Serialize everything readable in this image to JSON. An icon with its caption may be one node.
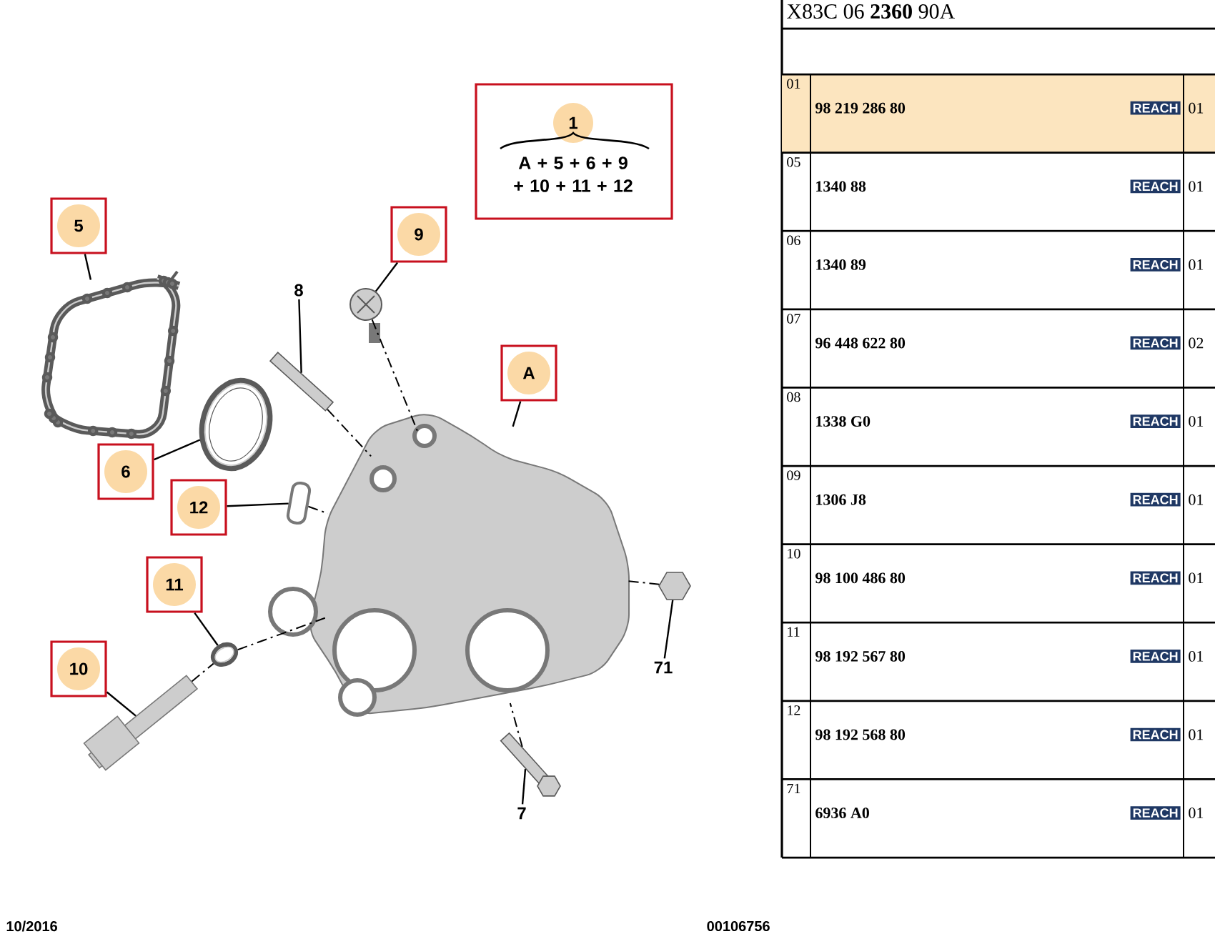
{
  "diagram": {
    "nodes": [
      {
        "text": [
          "1",
          "A + 5 + 6 + 9 + 10 + 11 + 12"
        ]
      },
      {
        "text": [
          "5"
        ]
      },
      {
        "text": [],
        "shape": "picture"
      },
      {
        "text": [
          "9"
        ]
      },
      {
        "text": [],
        "shape": "picture"
      },
      {
        "text": [
          "8"
        ]
      },
      {
        "text": [],
        "shape": "picture"
      },
      {
        "text": [
          "A"
        ]
      },
      {
        "text": [],
        "shape": "picture"
      },
      {
        "text": [
          "6"
        ]
      },
      {
        "text": [],
        "shape": "picture"
      },
      {
        "text": [
          "12"
        ]
      },
      {
        "text": [],
        "shape": "picture"
      },
      {
        "text": [
          "11"
        ]
      },
      {
        "text": [],
        "shape": "picture"
      },
      {
        "text": [
          "10"
        ]
      },
      {
        "text": [],
        "shape": "picture"
      },
      {
        "text": [
          "71"
        ]
      },
      {
        "text": [],
        "shape": "picture"
      },
      {
        "text": [
          "7"
        ]
      },
      {
        "text": [],
        "shape": "picture"
      }
    ],
    "edges": [
      {
        "from": 1,
        "to": 2,
        "arrow": "none"
      },
      {
        "from": 3,
        "to": 4,
        "arrow": "none"
      },
      {
        "from": 5,
        "to": 6,
        "arrow": "none"
      },
      {
        "from": 7,
        "to": 8,
        "arrow": "none"
      },
      {
        "from": 9,
        "to": 10,
        "arrow": "none"
      },
      {
        "from": 11,
        "to": 12,
        "arrow": "none"
      },
      {
        "from": 13,
        "to": 14,
        "arrow": "none"
      },
      {
        "from": 15,
        "to": 16,
        "arrow": "none"
      },
      {
        "from": 17,
        "to": 18,
        "arrow": "none"
      },
      {
        "from": 19,
        "to": 20,
        "arrow": "none"
      },
      {
        "from": 6,
        "to": 8,
        "arrow": "none",
        "style": "dashed"
      },
      {
        "from": 4,
        "to": 8,
        "arrow": "none",
        "style": "dashed"
      },
      {
        "from": 12,
        "to": 8,
        "arrow": "none",
        "style": "dashed"
      },
      {
        "from": 16,
        "to": 14,
        "arrow": "none",
        "style": "dashed"
      },
      {
        "from": 14,
        "to": 8,
        "arrow": "none",
        "style": "dashed"
      },
      {
        "from": 18,
        "to": 8,
        "arrow": "none",
        "style": "dashed"
      },
      {
        "from": 20,
        "to": 8,
        "arrow": "none",
        "style": "dashed"
      }
    ],
    "labels": [
      "X83C 06 **2360** 90A",
      "01",
      "98 219 286 80",
      "REACH",
      "01",
      "05",
      "1340 88",
      "REACH",
      "01",
      "06",
      "1340 89",
      "REACH",
      "01",
      "07",
      "96 448 622 80",
      "REACH",
      "02",
      "08",
      "1338 G0",
      "REACH",
      "01",
      "09",
      "1306 J8",
      "REACH",
      "01",
      "10",
      "98 100 486 80",
      "REACH",
      "01",
      "11",
      "98 192 567 80",
      "REACH",
      "01",
      "12",
      "98 192 568 80",
      "REACH",
      "01",
      "71",
      "6936 A0",
      "REACH",
      "01",
      "10/2016",
      "00106756"
    ]
  }
}
